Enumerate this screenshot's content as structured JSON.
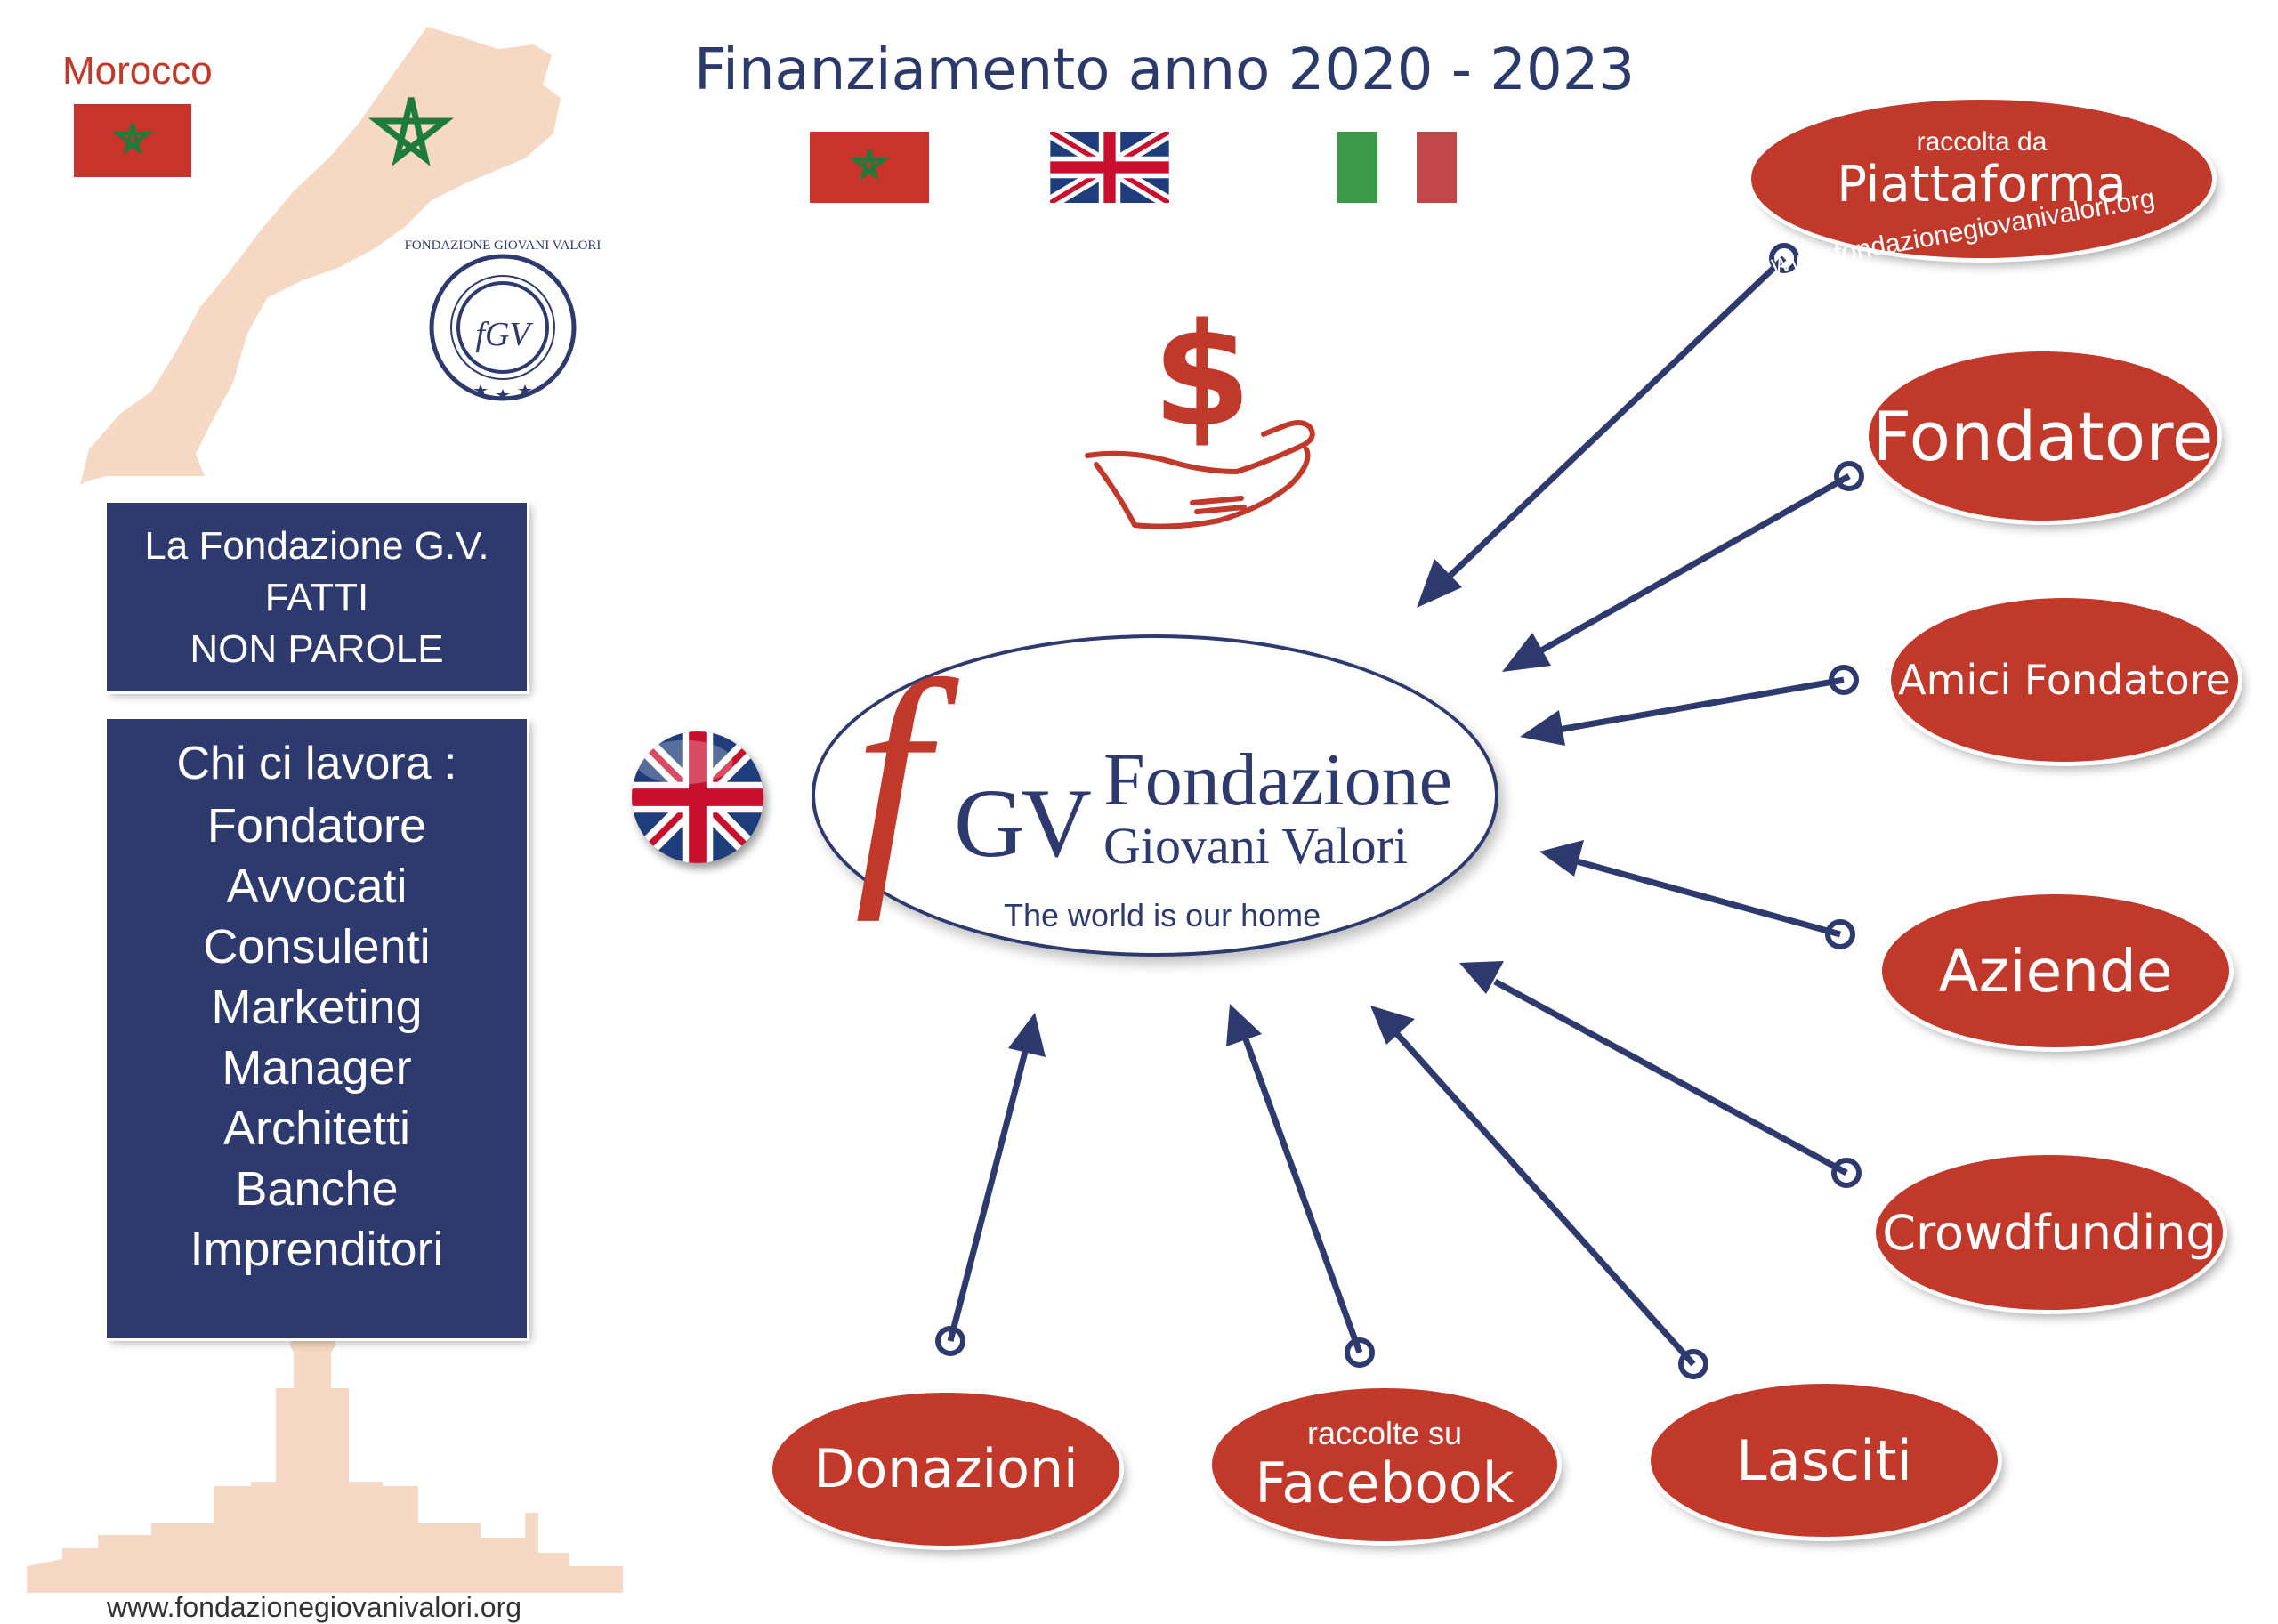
{
  "map": {
    "country_label": "Morocco"
  },
  "title": "Finanziamento anno 2020 - 2023",
  "motto": [
    "La Fondazione G.V.",
    "FATTI",
    "NON PAROLE"
  ],
  "workers": {
    "title": "Chi ci lavora :",
    "items": [
      "Fondatore",
      "Avvocati",
      "Consulenti",
      "Marketing",
      "Manager",
      "Architetti",
      "Banche",
      "Imprenditori"
    ]
  },
  "center": {
    "logo_f": "f",
    "logo_gv": "GV",
    "name_line1": "Fondazione",
    "name_line2": "Giovani Valori",
    "tagline": "The world is our home"
  },
  "seal": {
    "ring_text": "FONDAZIONE GIOVANI VALORI",
    "mono": "fGV"
  },
  "sources": {
    "piattaforma": {
      "small": "raccolta da",
      "big": "Piattaforma",
      "url": "www.fondazionegiovanivalori.org"
    },
    "fondatore": "Fondatore",
    "amici": "Amici Fondatore",
    "aziende": "Aziende",
    "crowdfunding": "Crowdfunding",
    "lasciti": "Lasciti",
    "facebook": {
      "small": "raccolte su",
      "big": "Facebook"
    },
    "donazioni": "Donazioni"
  },
  "footer_url": "www.fondazionegiovanivalori.org",
  "colors": {
    "navy": "#2e3a6e",
    "red": "#c0392b",
    "map": "#f5d9c4",
    "green": "#1e7b3a"
  },
  "icons": [
    "star-icon",
    "dollar-icon",
    "hand-icon",
    "flag-morocco-icon",
    "flag-uk-icon",
    "flag-italy-icon"
  ]
}
